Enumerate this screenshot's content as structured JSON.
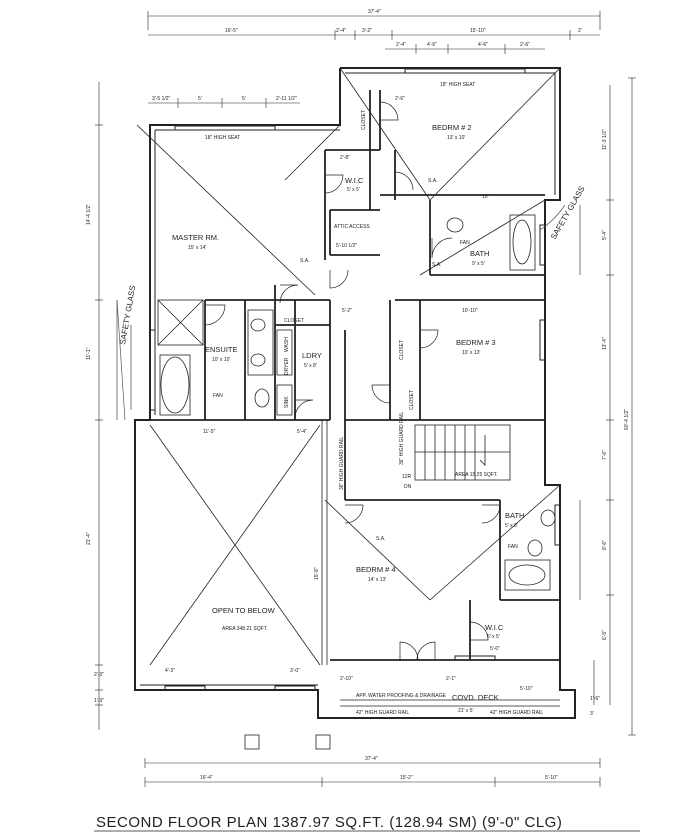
{
  "title": "SECOND FLOOR PLAN 1387.97 SQ.FT. (128.94 SM) (9'-0\" CLG)",
  "rooms": {
    "master": "MASTER RM.",
    "master_size": "15' x 14'",
    "bed2": "BEDRM # 2",
    "bed2_size": "13' x 10'",
    "bed3": "BEDRM # 3",
    "bed3_size": "10' x 13'",
    "bed4": "BEDRM # 4",
    "bed4_size": "14' x 13'",
    "ensuite": "ENSUITE",
    "ensuite_size": "10' x 10'",
    "ldry": "LDRY",
    "ldry_size": "5' x 8'",
    "bath1": "BATH",
    "bath1_size": "9' x 5'",
    "bath2": "BATH",
    "bath2_size": "5' x 8'",
    "wic1": "W.I.C",
    "wic1_size": "5' x 5'",
    "wic2": "W.I.C",
    "wic2_size": "5' x 5'",
    "attic": "ATTIC ACCESS",
    "attic_size": "5'-10 1/2\"",
    "closet": "CLOSET",
    "open": "OPEN TO BELOW",
    "open_area": "AREA 348.21 SQFT.",
    "stair_area": "AREA 15.25 SQFT.",
    "deck": "COVD. DECK",
    "deck_size": "21' x 5'",
    "waterproof": "APP. WATER PROOFING & DRAINAGE",
    "rail": "42\" HIGH GUARD RAIL",
    "guard36": "36\" HIGH GUARD RAIL",
    "seat": "18\" HIGH SEAT",
    "fan": "FAN",
    "sa": "S.A.",
    "dn": "DN",
    "up": "12R",
    "dryer": "DRYER",
    "wash": "WASH",
    "sink": "SINK",
    "safety": "SAFETY GLASS"
  },
  "dims": {
    "overall": "37'-4\"",
    "top": [
      "16'-5\"",
      "2'-4\"",
      "3'-2\"",
      "15'-10\"",
      "2'"
    ],
    "top2": [
      "2'-4\"",
      "4'-6\"",
      "4'-6\"",
      "2'-6\""
    ],
    "left_top": [
      "3'-5 1/2\"",
      "5'",
      "5'",
      "2'-11 1/2\""
    ],
    "bottom": [
      "16'-4\"",
      "15'-2\"",
      "5'-10\""
    ],
    "right_total": "60'-4 1/2\"",
    "left_h": [
      "14'-4 1/2\"",
      "11'-1\"",
      "21'-4\""
    ],
    "right_h": [
      "11'-3 1/2\"",
      "5'-4\"",
      "13'-4\"",
      "7'-6\"",
      "8'-6\"",
      "6'-5\""
    ],
    "misc": [
      "11'-5\"",
      "5'-4\"",
      "10'",
      "10'-10\"",
      "15'-8\"",
      "5'-2\"",
      "2'-6\"",
      "2'-8\"",
      "4'-3\"",
      "5'-0\"",
      "3'-0\"",
      "2'-10\"",
      "2'-1\"",
      "5'-10\"",
      "1'-6\"",
      "3'",
      "2'-3\"",
      "1'-3\""
    ]
  },
  "colors": {
    "line": "#222222",
    "paper": "#ffffff",
    "hand": "#555555"
  }
}
